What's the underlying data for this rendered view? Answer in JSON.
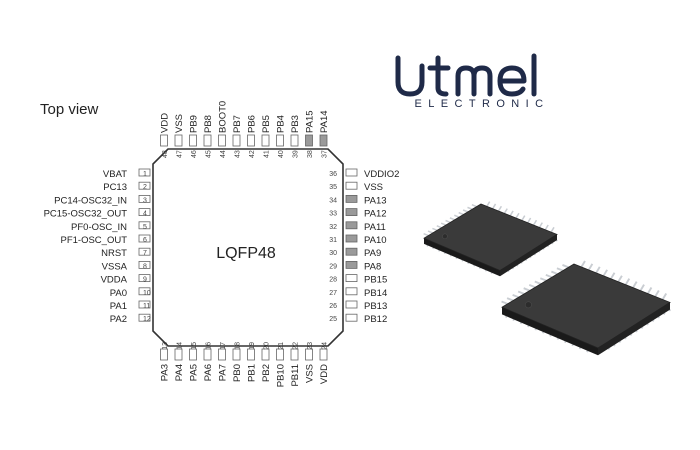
{
  "view_label": "Top view",
  "package_label": "LQFP48",
  "logo": {
    "wordmark": "Utmel",
    "subtitle": "ELECTRONIC",
    "color": "#1f2a48"
  },
  "colors": {
    "outline": "#333333",
    "pin": "#666666",
    "highlight": "#9a9a9a",
    "chip_body": "#2a2a2a",
    "chip_top": "#3a3a3a",
    "chip_lead": "#c9cdd2"
  },
  "pins": {
    "left": [
      {
        "num": "1",
        "name": "VBAT"
      },
      {
        "num": "2",
        "name": "PC13"
      },
      {
        "num": "3",
        "name": "PC14-OSC32_IN"
      },
      {
        "num": "4",
        "name": "PC15-OSC32_OUT"
      },
      {
        "num": "5",
        "name": "PF0-OSC_IN"
      },
      {
        "num": "6",
        "name": "PF1-OSC_OUT"
      },
      {
        "num": "7",
        "name": "NRST"
      },
      {
        "num": "8",
        "name": "VSSA"
      },
      {
        "num": "9",
        "name": "VDDA"
      },
      {
        "num": "10",
        "name": "PA0"
      },
      {
        "num": "11",
        "name": "PA1"
      },
      {
        "num": "12",
        "name": "PA2"
      }
    ],
    "bottom": [
      {
        "num": "13",
        "name": "PA3"
      },
      {
        "num": "14",
        "name": "PA4"
      },
      {
        "num": "15",
        "name": "PA5"
      },
      {
        "num": "16",
        "name": "PA6"
      },
      {
        "num": "17",
        "name": "PA7"
      },
      {
        "num": "18",
        "name": "PB0"
      },
      {
        "num": "19",
        "name": "PB1"
      },
      {
        "num": "20",
        "name": "PB2"
      },
      {
        "num": "21",
        "name": "PB10"
      },
      {
        "num": "22",
        "name": "PB11"
      },
      {
        "num": "23",
        "name": "VSS"
      },
      {
        "num": "24",
        "name": "VDD"
      }
    ],
    "right": [
      {
        "num": "36",
        "name": "VDDIO2"
      },
      {
        "num": "35",
        "name": "VSS"
      },
      {
        "num": "34",
        "name": "PA13",
        "highlight": true
      },
      {
        "num": "33",
        "name": "PA12",
        "highlight": true
      },
      {
        "num": "32",
        "name": "PA11",
        "highlight": true
      },
      {
        "num": "31",
        "name": "PA10",
        "highlight": true
      },
      {
        "num": "30",
        "name": "PA9",
        "highlight": true
      },
      {
        "num": "29",
        "name": "PA8",
        "highlight": true
      },
      {
        "num": "28",
        "name": "PB15"
      },
      {
        "num": "27",
        "name": "PB14"
      },
      {
        "num": "26",
        "name": "PB13"
      },
      {
        "num": "25",
        "name": "PB12"
      }
    ],
    "top": [
      {
        "num": "48",
        "name": "VDD"
      },
      {
        "num": "47",
        "name": "VSS"
      },
      {
        "num": "46",
        "name": "PB9"
      },
      {
        "num": "45",
        "name": "PB8"
      },
      {
        "num": "44",
        "name": "BOOT0"
      },
      {
        "num": "43",
        "name": "PB7"
      },
      {
        "num": "42",
        "name": "PB6"
      },
      {
        "num": "41",
        "name": "PB5"
      },
      {
        "num": "40",
        "name": "PB4"
      },
      {
        "num": "39",
        "name": "PB3"
      },
      {
        "num": "38",
        "name": "PA15",
        "highlight": true
      },
      {
        "num": "37",
        "name": "PA14",
        "highlight": true
      }
    ]
  }
}
